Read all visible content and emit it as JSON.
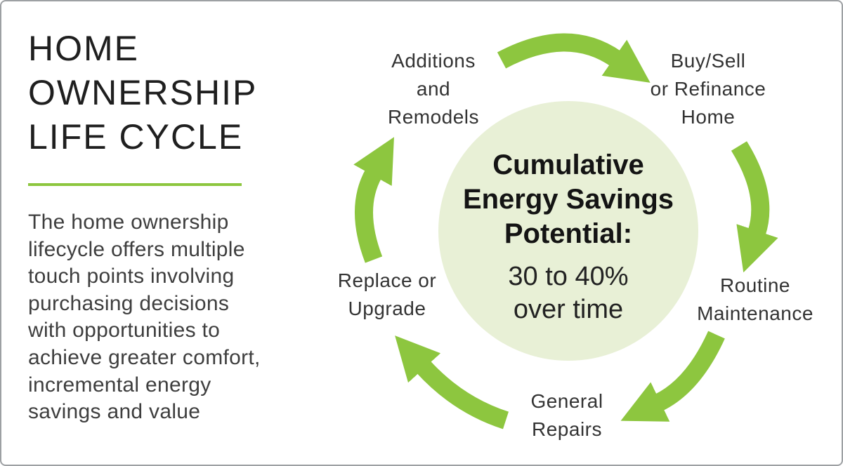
{
  "colors": {
    "accent_green": "#8dc63f",
    "circle_fill": "#e8f0d6",
    "title_text": "#1f1f1f",
    "body_text": "#3e3e3e",
    "border_gray": "#9da0a3"
  },
  "left": {
    "title_lines": [
      "HOME",
      "OWNERSHIP",
      "LIFE CYCLE"
    ],
    "paragraph_lines": [
      "The home ownership",
      "lifecycle offers multiple",
      "touch points involving",
      "purchasing decisions",
      "with opportunities to",
      "achieve greater comfort,",
      "incremental energy",
      "savings and value"
    ]
  },
  "cycle": {
    "center": {
      "heading_lines": [
        "Cumulative",
        "Energy Savings",
        "Potential:"
      ],
      "value_lines": [
        "30 to 40%",
        "over time"
      ]
    },
    "nodes": [
      {
        "id": "additions-remodels",
        "label_lines": [
          "Additions",
          "and",
          "Remodels"
        ]
      },
      {
        "id": "buy-sell-refinance",
        "label_lines": [
          "Buy/Sell",
          "or Refinance",
          "Home"
        ]
      },
      {
        "id": "routine-maintenance",
        "label_lines": [
          "Routine",
          "Maintenance"
        ]
      },
      {
        "id": "general-repairs",
        "label_lines": [
          "General",
          "Repairs"
        ]
      },
      {
        "id": "replace-upgrade",
        "label_lines": [
          "Replace or",
          "Upgrade"
        ]
      }
    ]
  }
}
